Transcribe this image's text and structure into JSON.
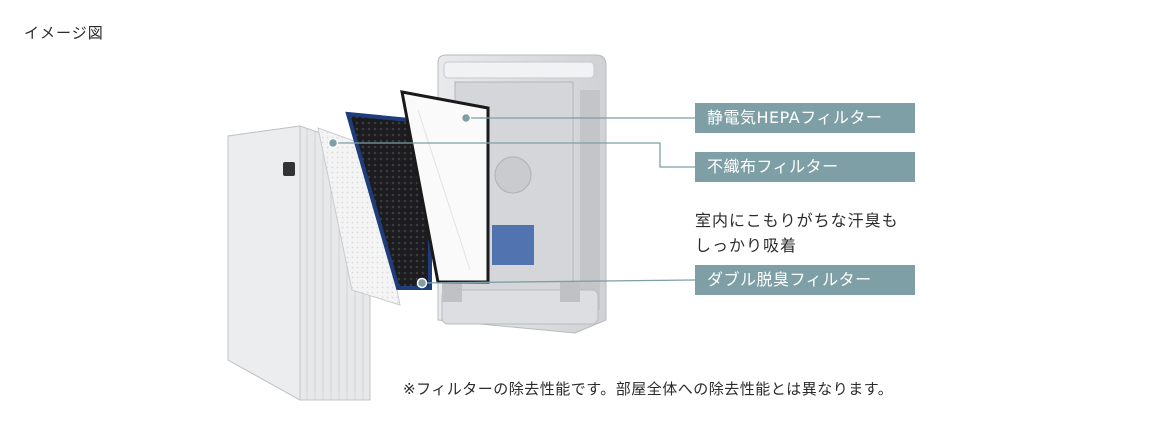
{
  "corner_label": "イメージ図",
  "callouts": {
    "hepa": "静電気HEPAフィルター",
    "nonwoven": "不織布フィルター",
    "deodorizing": "ダブル脱臭フィルター"
  },
  "description_lines": [
    "室内にこもりがちな汗臭も",
    "しっかり吸着"
  ],
  "footnote": "※フィルターの除去性能です。部屋全体への除去性能とは異なります。",
  "colors": {
    "callout_bg": "#7e9fa5",
    "callout_text": "#ffffff",
    "leader_line": "#7e9fa5",
    "body_text": "#2b2b2b",
    "deodor_filter_frame": "#1f3d7a"
  }
}
